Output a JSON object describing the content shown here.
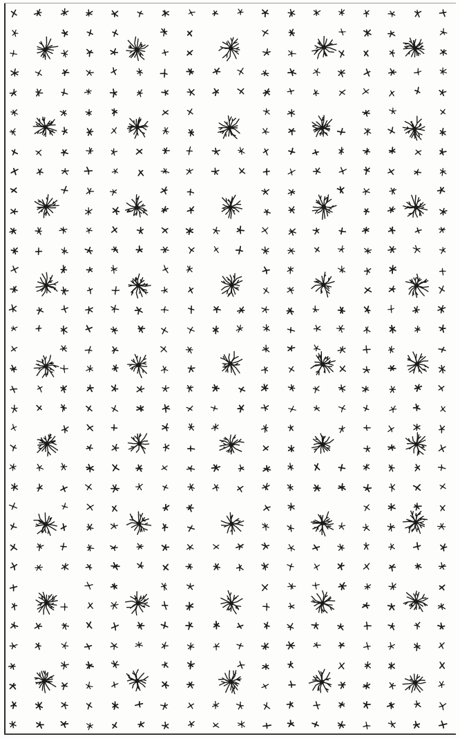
{
  "plate": {
    "description_colors": {
      "paper": "#fdfdfb",
      "ink": "#1a1a1a",
      "frame": "#2a2a2a"
    },
    "small_mark_icon": "cross-star-icon",
    "large_mark_icon": "radial-splat-icon",
    "small_grid": {
      "columns": 18,
      "rows": 37
    },
    "large_grid": {
      "columns": 5,
      "rows": 9
    }
  }
}
